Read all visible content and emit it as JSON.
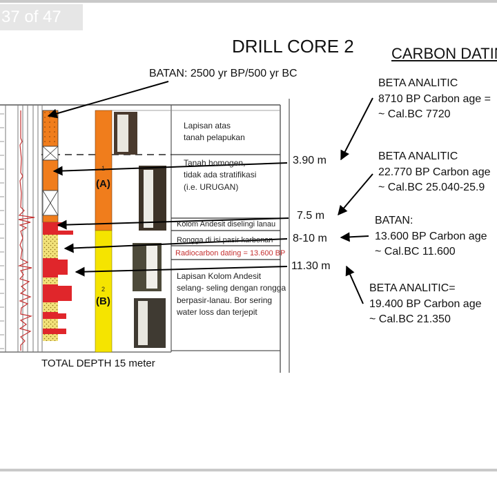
{
  "slide": {
    "counter": "37 of 47",
    "title": "DRILL CORE 2",
    "section_title": "CARBON DATIN",
    "batan_top": "BATAN: 2500 yr BP/500 yr BC",
    "total_depth": "TOTAL DEPTH 15 meter"
  },
  "depth_markers": [
    "3.90 m",
    "7.5 m",
    "8-10 m",
    "11.30 m"
  ],
  "core_labels": {
    "unit_a": "(A)",
    "unit_b": "(B)",
    "unit_a_num": "1",
    "unit_b_num": "2"
  },
  "panel_text": {
    "p1_l1": "Lapisan atas",
    "p1_l2": "tanah pelapukan",
    "p2_l1": "Tanah homogen,",
    "p2_l2": "tidak ada stratifikasi",
    "p2_l3": "(i.e. URUGAN)",
    "p3": "Kolom Andesit diselingi lanau",
    "p4": "Rongga di isi pasir karbonan",
    "p5": "Radiocarbon dating = 13.600 BP",
    "p6_l1": "Lapisan Kolom Andesit",
    "p6_l2": "selang- seling dengan rongga",
    "p6_l3": "berpasir-lanau.  Bor sering",
    "p6_l4": "water loss dan terjepit"
  },
  "dating_results": [
    {
      "l1": "BETA ANALITIC",
      "l2": "8710 BP Carbon age =",
      "l3": "~  Cal.BC 7720"
    },
    {
      "l1": "BETA ANALITIC",
      "l2": "22.770 BP Carbon age",
      "l3": "~  Cal.BC 25.040-25.9"
    },
    {
      "l1": "BATAN:",
      "l2": "13.600 BP Carbon age",
      "l3": "~  Cal.BC 11.600"
    },
    {
      "l1": "BETA ANALITIC=",
      "l2": "19.400  BP Carbon age",
      "l3": "~ Cal.BC 21.350"
    }
  ],
  "colors": {
    "orange": "#f07d1c",
    "yellow": "#f5e400",
    "red": "#e0262b",
    "sand": "#f2e27a",
    "accent_red": "#c53030"
  }
}
